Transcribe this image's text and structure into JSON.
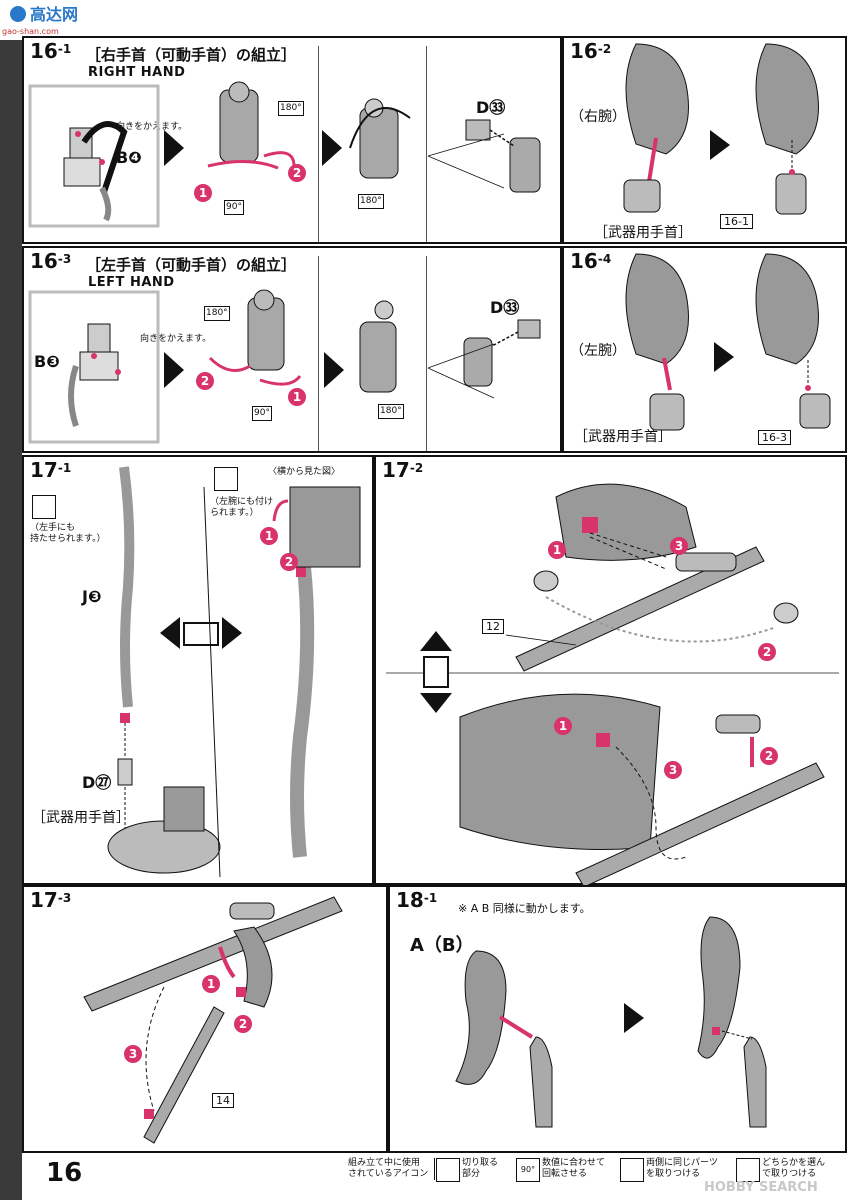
{
  "watermark": {
    "site": "高达网",
    "url": "gao-shan.com"
  },
  "s16_1": {
    "num": "16",
    "sub": "-1",
    "title": "［右手首（可動手首）の組立］",
    "subtitle": "RIGHT HAND",
    "note": "向きをかえます。",
    "part": "B❹",
    "deg_a": "180°",
    "deg_b": "90°",
    "deg_c": "180°",
    "part2": "D㉝"
  },
  "s16_2": {
    "num": "16",
    "sub": "-2",
    "arm": "（右腕）",
    "hand": "［武器用手首］",
    "ref": "16-1"
  },
  "s16_3": {
    "num": "16",
    "sub": "-3",
    "title": "［左手首（可動手首）の組立］",
    "subtitle": "LEFT HAND",
    "note": "向きをかえます。",
    "part": "B❸",
    "deg_a": "180°",
    "deg_b": "90°",
    "deg_c": "180°",
    "part2": "D㉝"
  },
  "s16_4": {
    "num": "16",
    "sub": "-4",
    "arm": "（左腕）",
    "hand": "［武器用手首］",
    "ref": "16-3"
  },
  "s17_1": {
    "num": "17",
    "sub": "-1",
    "note1": "（左手にも\n持たせられます。）",
    "part": "J❸",
    "part2": "D㉗",
    "hand": "［武器用手首］",
    "side_view": "〈横から見た図〉",
    "note2": "（左腕にも付け\nられます。）"
  },
  "s17_2": {
    "num": "17",
    "sub": "-2",
    "ref": "12"
  },
  "s17_3": {
    "num": "17",
    "sub": "-3",
    "ref": "14"
  },
  "s18_1": {
    "num": "18",
    "sub": "-1",
    "note": "※ A B 同様に動かします。",
    "ab": "A（B）"
  },
  "footer": {
    "page": "16",
    "legend_title": "組み立て中に使用\nされているアイコン",
    "items": [
      {
        "icon": "cut-icon",
        "text": "切り取る\n部分"
      },
      {
        "icon": "rotate-icon",
        "text": "数値に合わせて\n回転させる",
        "badge": "90°"
      },
      {
        "icon": "both-sides-icon",
        "text": "両側に同じパーツ\nを取りつける"
      },
      {
        "icon": "choose-icon",
        "text": "どちらかを選ん\nで取りつける"
      }
    ],
    "brand": "HOBBY SEARCH"
  },
  "colors": {
    "accent": "#d8336a",
    "part": "#9a9a9a",
    "line": "#111111"
  }
}
